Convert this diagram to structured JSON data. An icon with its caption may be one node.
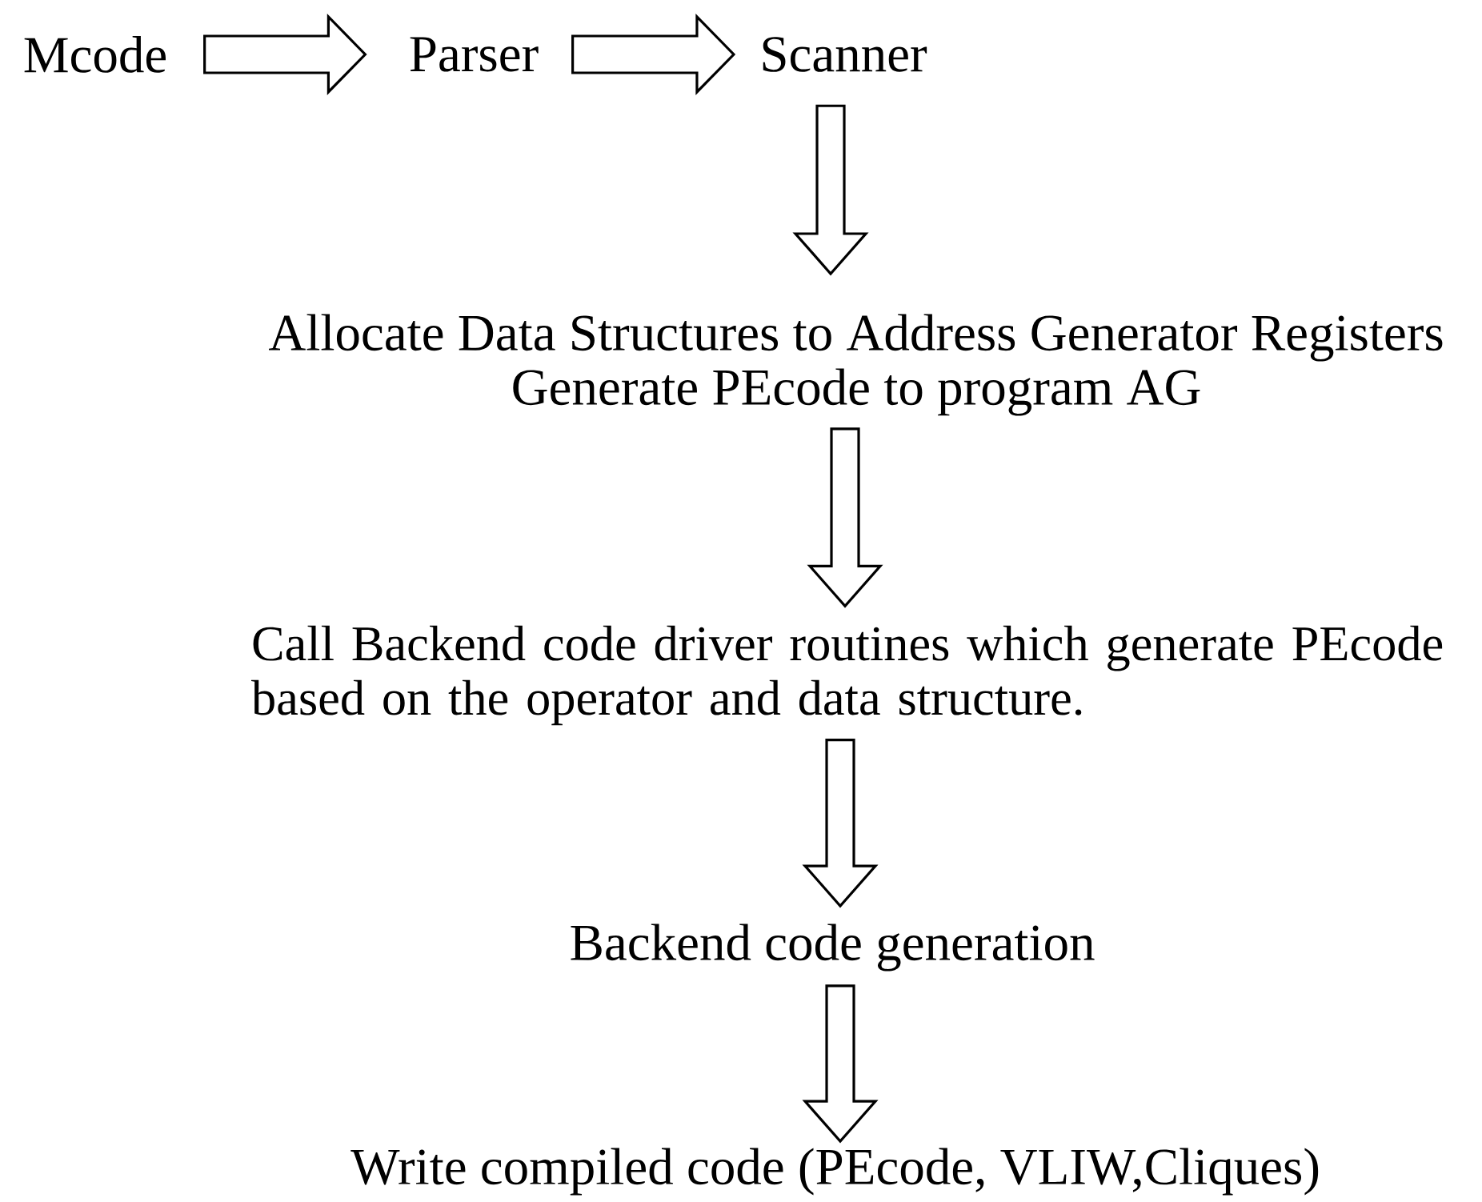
{
  "diagram": {
    "nodes": [
      {
        "text": [
          "Mcode"
        ]
      },
      {
        "text": [
          "Parser"
        ]
      },
      {
        "text": [
          "Scanner"
        ]
      },
      {
        "text": [
          "Allocate Data Structures to Address Generator Registers",
          "Generate PEcode to program AG"
        ]
      },
      {
        "text": [
          "Call Backend code driver routines which generate PEcode based on the operator and data structure."
        ]
      },
      {
        "text": [
          "Backend code generation"
        ]
      },
      {
        "text": [
          "Write compiled code (PEcode, VLIW,Cliques)"
        ]
      }
    ],
    "edges": [
      {
        "from": 0,
        "to": 1,
        "arrow": "to"
      },
      {
        "from": 1,
        "to": 2,
        "arrow": "to"
      },
      {
        "from": 2,
        "to": 3,
        "arrow": "to"
      },
      {
        "from": 3,
        "to": 4,
        "arrow": "to"
      },
      {
        "from": 4,
        "to": 5,
        "arrow": "to"
      },
      {
        "from": 5,
        "to": 6,
        "arrow": "to"
      }
    ]
  }
}
